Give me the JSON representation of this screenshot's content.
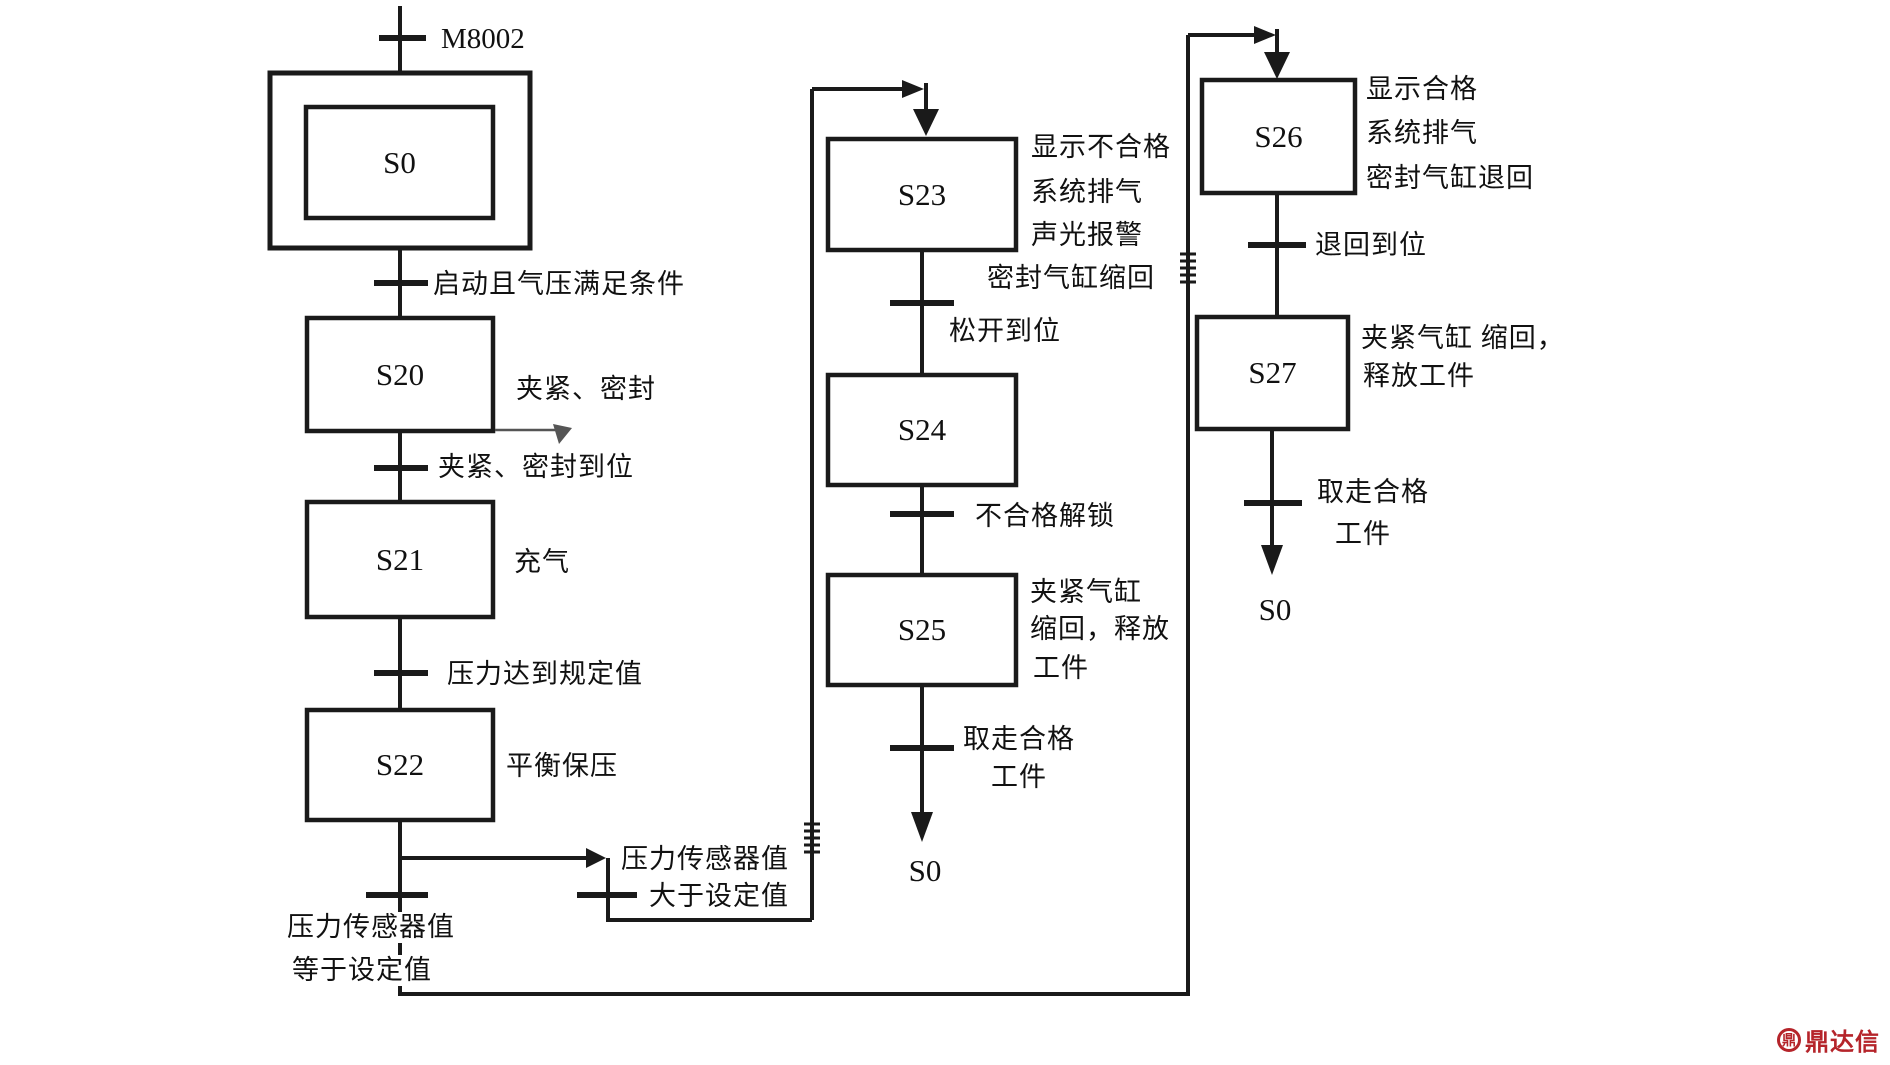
{
  "diagram_type": "plc-sfc-flowchart",
  "colors": {
    "background": "#ffffff",
    "line": "#1a1a1a",
    "text": "#111111",
    "watermark": "#b5242a"
  },
  "left_column": {
    "entry_transition": "M8002",
    "initial_step": "S0",
    "start_transition": "启动且气压满足条件",
    "s20": "S20",
    "s20_action": "夹紧、密封",
    "s20_transition": "夹紧、密封到位",
    "s21": "S21",
    "s21_action": "充气",
    "s21_transition": "压力达到规定值",
    "s22": "S22",
    "s22_action": "平衡保压",
    "branch_equal_line1": "压力传感器值",
    "branch_equal_line2": "等于设定值",
    "branch_greater_line1": "压力传感器值",
    "branch_greater_line2": "大于设定值"
  },
  "middle_column": {
    "s23": "S23",
    "s23_action1": "显示不合格",
    "s23_action2": "系统排气",
    "s23_action3": "声光报警",
    "s23_action4": "密封气缸缩回",
    "s23_transition": "松开到位",
    "s24": "S24",
    "s24_transition": "不合格解锁",
    "s25": "S25",
    "s25_action1": "夹紧气缸",
    "s25_action2": "缩回，释放",
    "s25_action3": "工件",
    "s25_transition_line1": "取走合格",
    "s25_transition_line2": "工件",
    "jump_target": "S0"
  },
  "right_column": {
    "s26": "S26",
    "s26_action1": "显示合格",
    "s26_action2": "系统排气",
    "s26_action3": "密封气缸退回",
    "s26_transition": "退回到位",
    "s27": "S27",
    "s27_action1": "夹紧气缸 缩回，",
    "s27_action2": "释放工件",
    "s27_transition_line1": "取走合格",
    "s27_transition_line2": "工件",
    "jump_target": "S0"
  },
  "watermark": {
    "logo_glyph": "鼎",
    "text": "鼎达信"
  }
}
